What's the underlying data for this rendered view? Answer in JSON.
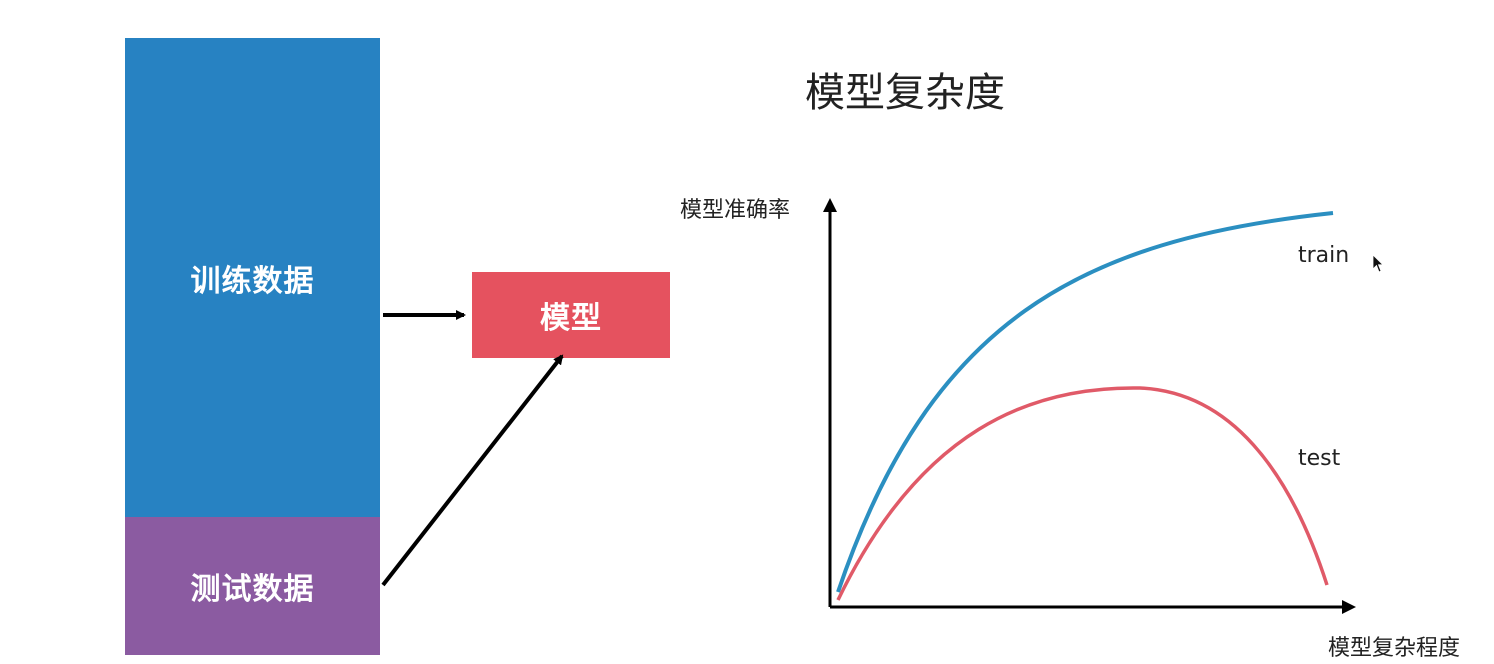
{
  "diagram": {
    "train_data_label": "训练数据",
    "test_data_label": "测试数据",
    "model_label": "模型"
  },
  "chart_data": {
    "type": "line",
    "title": "模型复杂度",
    "xlabel": "模型复杂程度",
    "ylabel": "模型准确率",
    "series": [
      {
        "name": "train",
        "color": "#2b8fc1",
        "trend": "rising-saturating"
      },
      {
        "name": "test",
        "color": "#e05a68",
        "trend": "rise-then-fall"
      }
    ],
    "grid": false,
    "legend": "inline-labels"
  },
  "colors": {
    "train_block": "#2782c2",
    "test_block": "#8b5ba1",
    "model_block": "#e5525f",
    "axis": "#000000"
  }
}
